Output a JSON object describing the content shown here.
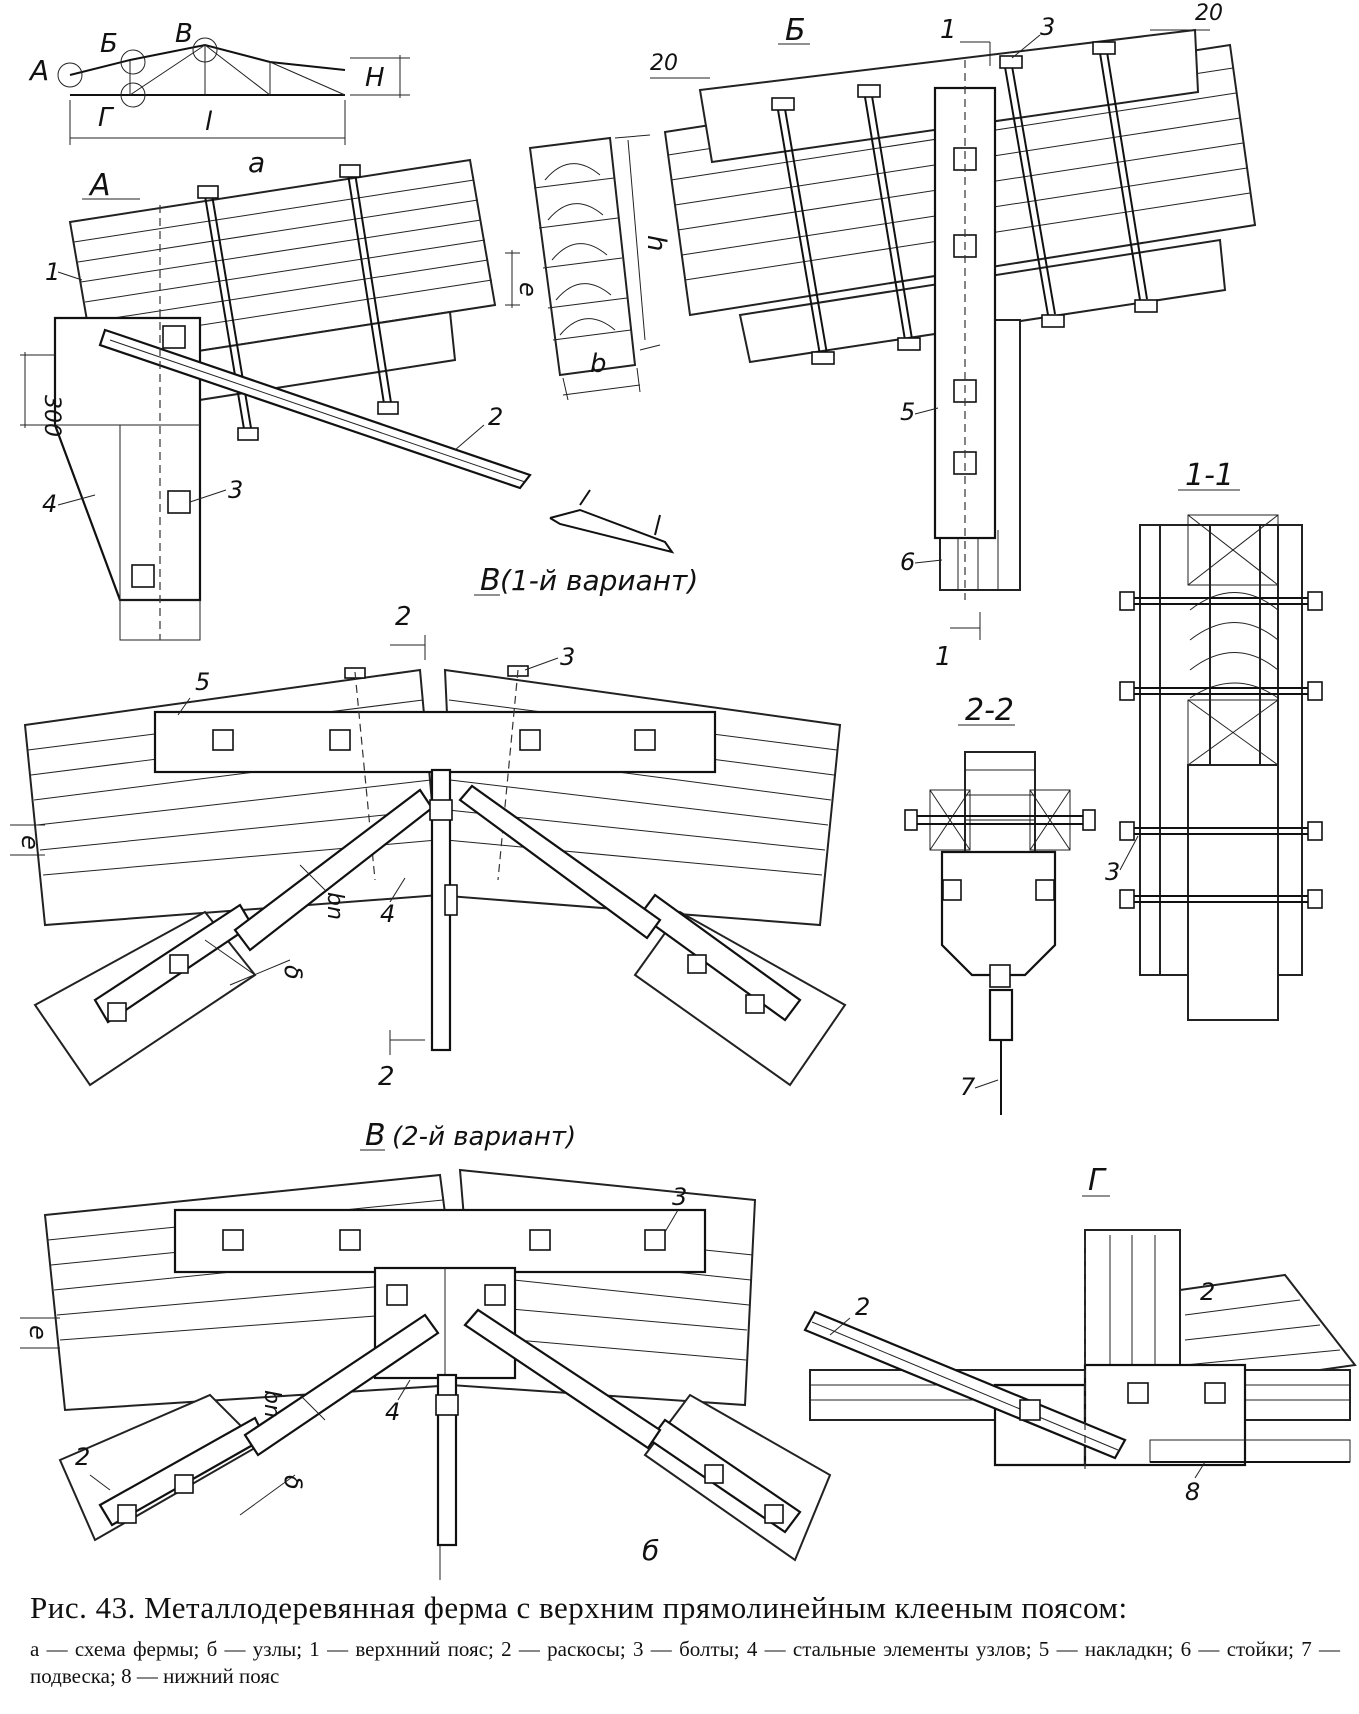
{
  "figure": {
    "caption_title": "Рис. 43. Металлодеревянная ферма с верхним прямолинейным клееным поясом:",
    "caption_legend": "а — схема фермы; б — узлы; 1 — верхнний пояс; 2 — раскосы; 3 — болты; 4 — стальные элементы узлов; 5 — накладкн; 6 — стойки; 7 — подвеска; 8 — нижний пояс"
  },
  "labels": {
    "scheme": {
      "A": "А",
      "B": "Б",
      "V": "В",
      "G": "Г",
      "l": "l",
      "H": "H",
      "a": "а"
    },
    "node_A": {
      "title": "А",
      "n1": "1",
      "n2": "2",
      "n3": "3",
      "n4": "4",
      "dim300": "300",
      "e": "е"
    },
    "section": {
      "h": "h",
      "b": "b"
    },
    "node_B": {
      "title": "Б",
      "n1": "1",
      "n3": "3",
      "n5": "5",
      "n6": "6",
      "d20a": "20",
      "d20b": "20",
      "cut1": "1",
      "cut1b": "1"
    },
    "node_V1": {
      "title": "В",
      "variant": "(1-й вариант)",
      "n2": "2",
      "n2b": "2",
      "n3": "3",
      "n4": "4",
      "n5": "5",
      "e": "е",
      "bn": "bn",
      "delta": "δ"
    },
    "sec_11": {
      "title": "1-1",
      "n3": "3"
    },
    "sec_22": {
      "title": "2-2",
      "n7": "7"
    },
    "node_V2": {
      "title": "В",
      "variant": "(2-й вариант)",
      "n2": "2",
      "n3": "3",
      "n4": "4",
      "e": "е",
      "bn": "bn",
      "delta": "δ",
      "sub_b": "б"
    },
    "node_G": {
      "title": "Г",
      "n2a": "2",
      "n2b": "2",
      "n8": "8"
    }
  },
  "colors": {
    "ink": "#111111",
    "paper": "#ffffff"
  }
}
